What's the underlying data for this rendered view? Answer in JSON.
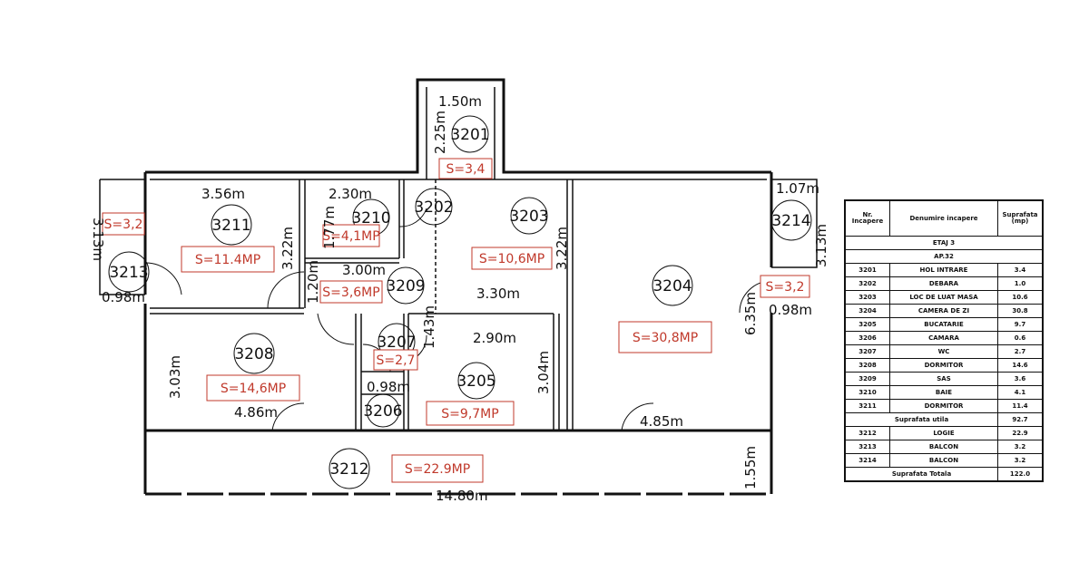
{
  "rooms": [
    {
      "id": "3201",
      "area": "S=3,4"
    },
    {
      "id": "3202",
      "area": ""
    },
    {
      "id": "3203",
      "area": "S=10,6MP"
    },
    {
      "id": "3204",
      "area": "S=30,8MP"
    },
    {
      "id": "3205",
      "area": "S=9,7MP"
    },
    {
      "id": "3206",
      "area": ""
    },
    {
      "id": "3207",
      "area": "S=2,7"
    },
    {
      "id": "3208",
      "area": "S=14,6MP"
    },
    {
      "id": "3209",
      "area": "S=3,6MP"
    },
    {
      "id": "3210",
      "area": "S=4,1MP"
    },
    {
      "id": "3211",
      "area": "S=11.4MP"
    },
    {
      "id": "3212",
      "area": "S=22.9MP"
    },
    {
      "id": "3213",
      "area": "S=3,2"
    },
    {
      "id": "3214",
      "area": "S=3,2"
    }
  ],
  "dimensions": [
    "1.50m",
    "2.25m",
    "3.56m",
    "2.30m",
    "1.77m",
    "3.22m",
    "3.22m",
    "3.00m",
    "1.20m",
    "3.30m",
    "3.13m",
    "0.98m",
    "1.07m",
    "3.13m",
    "0.98m",
    "6.35m",
    "3.03m",
    "1.43m",
    "2.90m",
    "3.04m",
    "0.98m",
    "4.86m",
    "4.85m",
    "1.55m",
    "14.80m"
  ],
  "legend": {
    "headers": [
      "Nr. Incapere",
      "Denumire incapere",
      "Suprafata (mp)"
    ],
    "floor": "ETAJ 3",
    "apartment": "AP.32",
    "rows": [
      [
        "3201",
        "HOL INTRARE",
        "3.4"
      ],
      [
        "3202",
        "DEBARA",
        "1.0"
      ],
      [
        "3203",
        "LOC DE LUAT MASA",
        "10.6"
      ],
      [
        "3204",
        "CAMERA DE ZI",
        "30.8"
      ],
      [
        "3205",
        "BUCATARIE",
        "9.7"
      ],
      [
        "3206",
        "CAMARA",
        "0.6"
      ],
      [
        "3207",
        "WC",
        "2.7"
      ],
      [
        "3208",
        "DORMITOR",
        "14.6"
      ],
      [
        "3209",
        "SAS",
        "3.6"
      ],
      [
        "3210",
        "BAIE",
        "4.1"
      ],
      [
        "3211",
        "DORMITOR",
        "11.4"
      ]
    ],
    "useful_label": "Suprafata utila",
    "useful_value": "92.7",
    "rows2": [
      [
        "3212",
        "LOGIE",
        "22.9"
      ],
      [
        "3213",
        "BALCON",
        "3.2"
      ],
      [
        "3214",
        "BALCON",
        "3.2"
      ]
    ],
    "total_label": "Suprafata Totala",
    "total_value": "122.0"
  }
}
